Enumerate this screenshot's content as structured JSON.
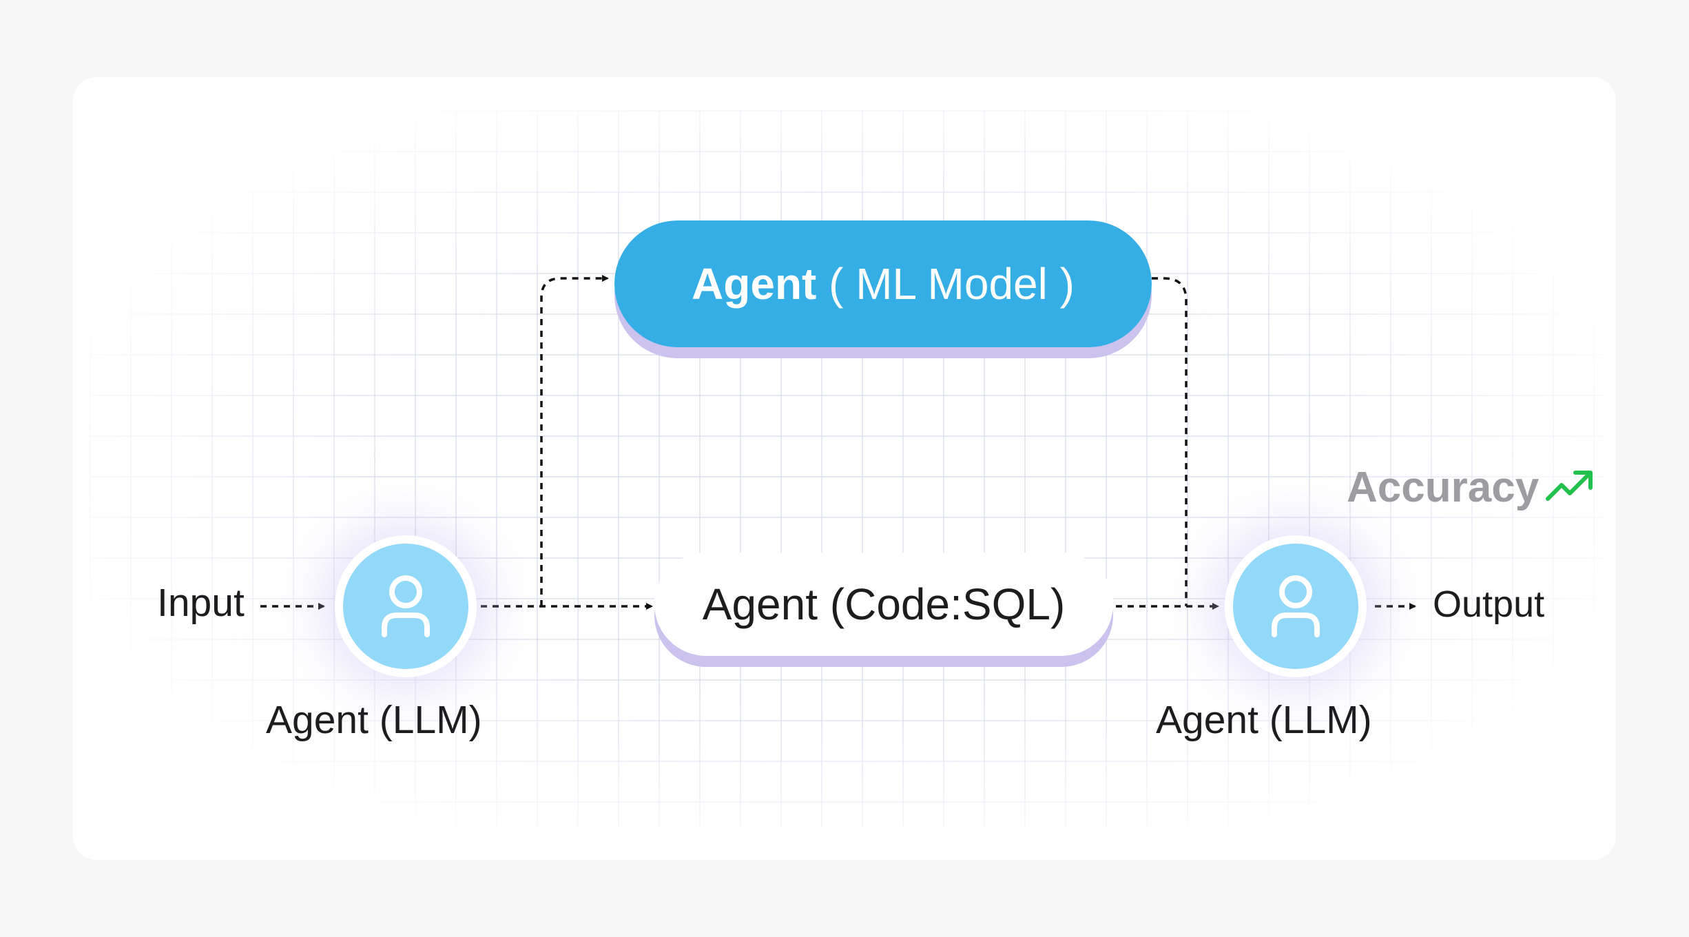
{
  "nodes": {
    "input": "Input",
    "output": "Output",
    "ml_agent": {
      "bold": "Agent",
      "rest": " ( ML Model )"
    },
    "sql_agent": "Agent (Code:SQL)",
    "llm_agent_left": "Agent (LLM)",
    "llm_agent_right": "Agent (LLM)"
  },
  "accuracy": {
    "label": "Accuracy",
    "icon": "trend-up-icon",
    "icon_color": "#22c04d"
  },
  "colors": {
    "ml_pill": "#35ade5",
    "avatar_fill": "#92d8f9",
    "pill_shadow": "#cbc2ee",
    "connector": "#111111"
  },
  "icons": {
    "agent": "user-icon"
  }
}
